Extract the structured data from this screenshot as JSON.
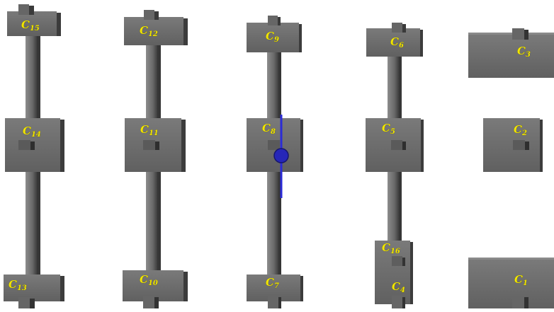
{
  "colors": {
    "block_face": "#6e6e6e",
    "block_dark": "#3c3c3c",
    "block_light": "#8a8a8a",
    "label": "#f2e600",
    "highlight": "#2b2bd6"
  },
  "labels": {
    "c1": {
      "base": "C",
      "sub": "1"
    },
    "c2": {
      "base": "C",
      "sub": "2"
    },
    "c3": {
      "base": "C",
      "sub": "3"
    },
    "c4": {
      "base": "C",
      "sub": "4"
    },
    "c5": {
      "base": "C",
      "sub": "5"
    },
    "c6": {
      "base": "C",
      "sub": "6"
    },
    "c7": {
      "base": "C",
      "sub": "7"
    },
    "c8": {
      "base": "C",
      "sub": "8"
    },
    "c9": {
      "base": "C",
      "sub": "9"
    },
    "c10": {
      "base": "C",
      "sub": "10"
    },
    "c11": {
      "base": "C",
      "sub": "11"
    },
    "c12": {
      "base": "C",
      "sub": "12"
    },
    "c13": {
      "base": "C",
      "sub": "13"
    },
    "c14": {
      "base": "C",
      "sub": "14"
    },
    "c15": {
      "base": "C",
      "sub": "15"
    },
    "c16": {
      "base": "C",
      "sub": "16"
    }
  }
}
